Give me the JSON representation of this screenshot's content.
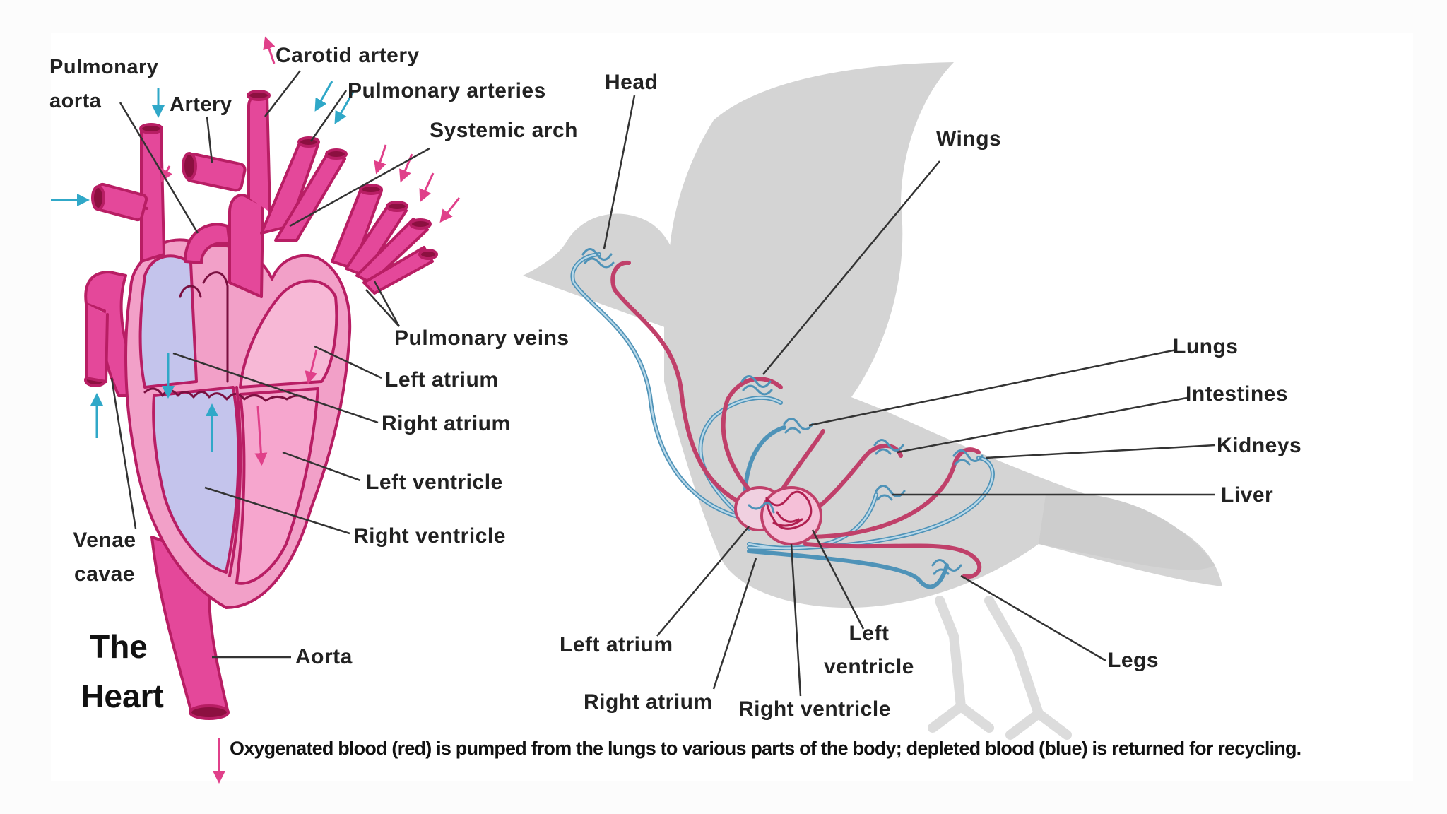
{
  "colors": {
    "oxygenated": "#e0408a",
    "depleted": "#5aa0c8",
    "heart_fill": "#f2a0c8",
    "inner_blue": "#c4c4ec",
    "bird": "#d4d4d4"
  },
  "heart": {
    "title_line1": "The",
    "title_line2": "Heart",
    "labels": {
      "pulmonary_aorta_1": "Pulmonary",
      "pulmonary_aorta_2": "aorta",
      "artery": "Artery",
      "carotid_artery": "Carotid artery",
      "pulmonary_arteries": "Pulmonary arteries",
      "systemic_arch": "Systemic arch",
      "pulmonary_veins": "Pulmonary veins",
      "left_atrium": "Left atrium",
      "right_atrium": "Right atrium",
      "left_ventricle": "Left ventricle",
      "right_ventricle": "Right ventricle",
      "venae_cavae_1": "Venae",
      "venae_cavae_2": "cavae",
      "aorta": "Aorta"
    }
  },
  "bird": {
    "labels": {
      "head": "Head",
      "wings": "Wings",
      "lungs": "Lungs",
      "intestines": "Intestines",
      "kidneys": "Kidneys",
      "liver": "Liver",
      "legs": "Legs",
      "left_atrium": "Left atrium",
      "right_atrium": "Right atrium",
      "left_ventricle_1": "Left",
      "left_ventricle_2": "ventricle",
      "right_ventricle": "Right ventricle"
    }
  },
  "caption": "Oxygenated blood (red) is pumped from the lungs to various parts of the body; depleted blood (blue) is returned for recycling."
}
